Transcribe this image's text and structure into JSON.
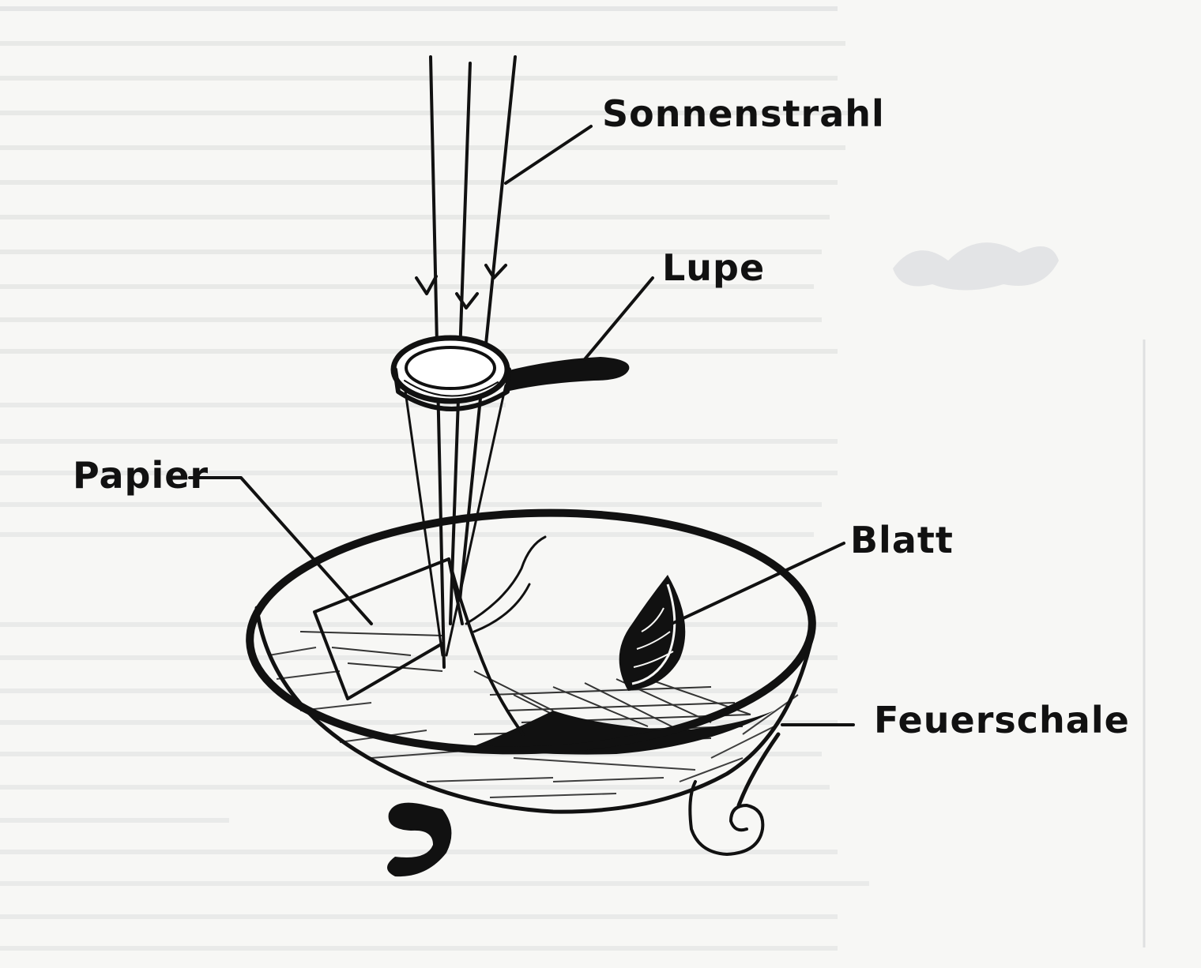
{
  "diagram": {
    "labels": {
      "sun_ray": "Sonnenstrahl",
      "magnifier": "Lupe",
      "paper": "Papier",
      "leaf": "Blatt",
      "fire_bowl": "Feuerschale"
    },
    "colors": {
      "ink": "#111111",
      "paper_background": "#f7f7f5",
      "bleed_through": "#d4d6d8"
    }
  }
}
